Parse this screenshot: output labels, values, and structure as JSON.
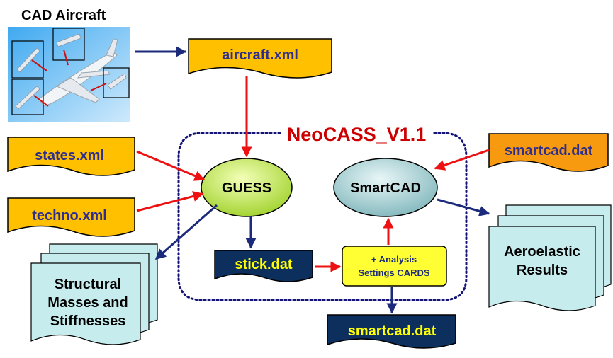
{
  "colors": {
    "xml_file_fill": "#ffc000",
    "xml_text": "#2e2e8c",
    "smartcad_input_fill": "#f79a10",
    "dat_fill": "#0d2f5e",
    "dat_text": "#ffff00",
    "guess_fill": "#c6f03a",
    "smartcad_fill": "#a9d3d6",
    "result_fill": "#c7ecee",
    "analysis_fill": "#ffff33",
    "title_red": "#cc0000",
    "arrow_red": "#ee1111",
    "arrow_navy": "#1b2a7a",
    "dotted_border": "#141478"
  },
  "cad": {
    "caption": "CAD Aircraft",
    "image": "aircraft-image"
  },
  "title": "NeoCASS_V1.1",
  "files": {
    "aircraft": "aircraft.xml",
    "states": "states.xml",
    "techno": "techno.xml",
    "smartcad_in": "smartcad.dat",
    "stick": "stick.dat",
    "smartcad_out": "smartcad.dat"
  },
  "modules": {
    "guess": "GUESS",
    "smartcad": "SmartCAD"
  },
  "analysis": {
    "line1": "+ Analysis",
    "line2": "Settings CARDS"
  },
  "results": {
    "structural": [
      "Structural",
      "Masses and",
      "Stiffnesses"
    ],
    "aeroelastic": [
      "Aeroelastic",
      "Results"
    ]
  }
}
